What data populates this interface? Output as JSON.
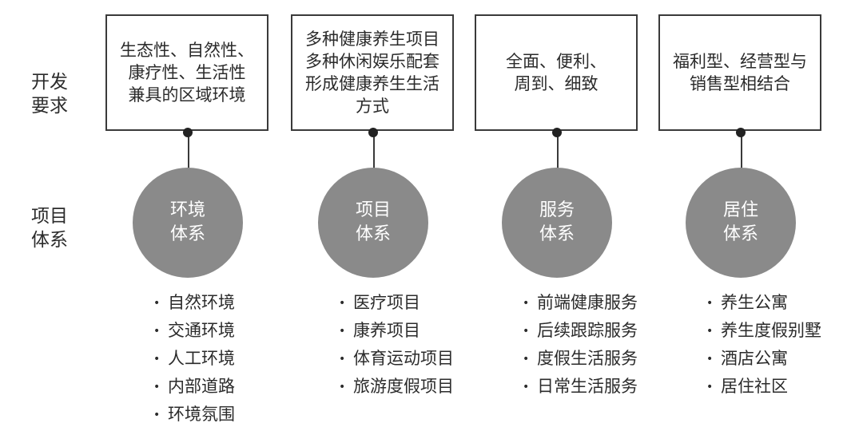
{
  "row_labels": {
    "requirements": [
      "开发",
      "要求"
    ],
    "system": [
      "项目",
      "体系"
    ]
  },
  "columns": [
    {
      "requirement": [
        "生态性、自然性、",
        "康疗性、生活性",
        "兼具的区域环境"
      ],
      "system_name": [
        "环境",
        "体系"
      ],
      "items": [
        "自然环境",
        "交通环境",
        "人工环境",
        "内部道路",
        "环境氛围"
      ]
    },
    {
      "requirement": [
        "多种健康养生项目",
        "多种休闲娱乐配套",
        "形成健康养生生活",
        "方式"
      ],
      "system_name": [
        "项目",
        "体系"
      ],
      "items": [
        "医疗项目",
        "康养项目",
        "体育运动项目",
        "旅游度假项目"
      ]
    },
    {
      "requirement": [
        "全面、便利、",
        "周到、细致"
      ],
      "system_name": [
        "服务",
        "体系"
      ],
      "items": [
        "前端健康服务",
        "后续跟踪服务",
        "度假生活服务",
        "日常生活服务"
      ]
    },
    {
      "requirement": [
        "福利型、经营型与",
        "销售型相结合"
      ],
      "system_name": [
        "居住",
        "体系"
      ],
      "items": [
        "养生公寓",
        "养生度假别墅",
        "酒店公寓",
        "居住社区"
      ]
    }
  ],
  "bullet": "•"
}
